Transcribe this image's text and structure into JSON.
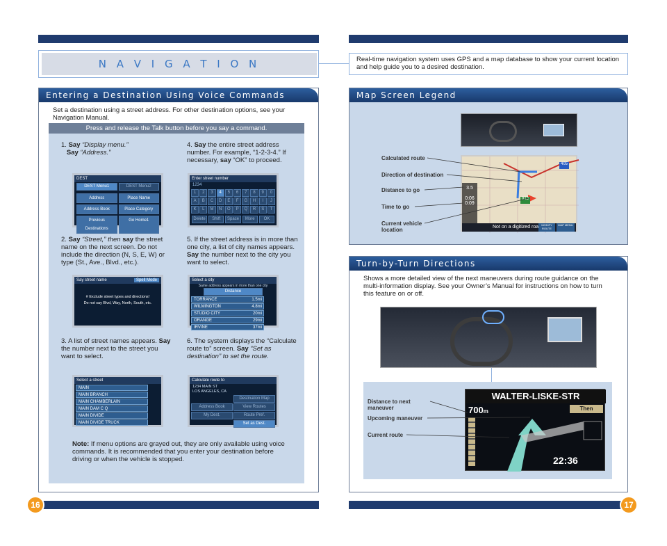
{
  "header": {
    "nav_title": "N A V I G A T I O N",
    "intro": "Real-time navigation system uses GPS and a map database to show your current location and help guide you to a desired destination."
  },
  "voice": {
    "title": "Entering a Destination Using Voice Commands",
    "intro": "Set a destination using a street address. For other destination options, see your Navigation Manual.",
    "banner": "Press and release the Talk button before you say a command.",
    "steps": [
      {
        "num": "1.",
        "say": "Say",
        "text": "“Display menu.”",
        "say2": "Say",
        "text2": "“Address.”"
      },
      {
        "num": "2.",
        "say": "Say",
        "text": "“Street,” then",
        "say2": "say",
        "text2": "the street name on the next screen. Do not include the direction (N, S, E, W) or type (St., Ave., Blvd., etc.)."
      },
      {
        "num": "3.",
        "text": "A list of street names appears.",
        "say": "Say",
        "text2": "the number next to the street you want to select."
      },
      {
        "num": "4.",
        "say": "Say",
        "text": "the entire street address number. For example, “1-2-3-4.” If necessary,",
        "say2": "say",
        "text2": "“OK” to proceed."
      },
      {
        "num": "5.",
        "text": "If the street address is in more than one city, a list of city names appears.",
        "say": "Say",
        "text2": "the number next to the city you want to select."
      },
      {
        "num": "6.",
        "text": "The system displays the “Calculate route to” screen.",
        "say": "Say",
        "text2": "“Set as destination” to set the route."
      }
    ],
    "note_label": "Note:",
    "note": "If menu options are grayed out, they are only available using voice commands. It is recommended that you enter your destination before driving or when the vehicle is stopped."
  },
  "screens": {
    "dest": {
      "title": "DEST",
      "tabs": [
        "DEST Menu1",
        "DEST Menu2"
      ],
      "items": [
        "Address",
        "Place Name",
        "Address Book",
        "Place Category",
        "Previous Destinations",
        "Go Home1"
      ]
    },
    "street_num": {
      "title": "Enter street number",
      "value": "1234",
      "keys": [
        "1",
        "2",
        "3",
        "4",
        "5",
        "6",
        "7",
        "8",
        "9",
        "0",
        "A",
        "B",
        "C",
        "D",
        "E",
        "F",
        "G",
        "H",
        "I",
        "J",
        "K",
        "L",
        "M",
        "N",
        "O",
        "P",
        "Q",
        "R",
        "S",
        "T"
      ],
      "actions": [
        "Delete",
        "Shift",
        "Space",
        "More",
        "OK"
      ]
    },
    "street_name": {
      "title": "Say street name",
      "button": "Spell Mode",
      "line1": "# Exclude street types and directions!",
      "line2": "Do not say Blvd, Way, North, South, etc."
    },
    "city": {
      "title": "Select a city",
      "subtitle": "Same address appears in more than one city",
      "tab": "Distance",
      "cities": [
        "TORRANCE",
        "WILMINGTON",
        "STUDIO CITY",
        "ORANGE",
        "IRVINE"
      ],
      "dists": [
        "1.5mi",
        "4.8mi",
        "20mi",
        "29mi",
        "37mi"
      ]
    },
    "select_street": {
      "title": "Select a street",
      "streets": [
        "MAIN",
        "MAIN BRANCH",
        "MAIN CHAMBERLAIN",
        "MAIN DAM C Q",
        "MAIN DIVIDE",
        "MAIN DIVIDE TRUCK"
      ]
    },
    "calc": {
      "title": "Calculate route to",
      "addr1": "1234 MAIN ST",
      "addr2": "LOS ANGELES, CA",
      "buttons": [
        "Destination Map",
        "Address Book",
        "View Routes",
        "My Dest.",
        "Route Pref.",
        "Set as Dest."
      ]
    }
  },
  "legend": {
    "title": "Map Screen Legend",
    "labels": [
      "Calculated route",
      "Direction of destination",
      "Distance to go",
      "Time to go",
      "Current vehicle location"
    ],
    "map_text": {
      "bottom": "Not on a digitized road",
      "btn1": "MODIFY ROUTE",
      "btn2": "MAP MENU",
      "dist": "3.5",
      "time": "0:06",
      "clock": "0:09",
      "road": "813",
      "route": "405"
    }
  },
  "turn": {
    "title": "Turn-by-Turn Directions",
    "intro": "Shows a more detailed view of the next maneuvers during route guidance on the multi-information display. See your Owner’s Manual for instructions on how to turn this feature on or off.",
    "labels": [
      "Distance to next maneuver",
      "Upcoming maneuver",
      "Current route"
    ],
    "mid": {
      "street": "WALTER-LISKE-STR",
      "distance": "700",
      "unit": "m",
      "then": "Then",
      "clock": "22:36"
    }
  },
  "pages": {
    "left": "16",
    "right": "17"
  }
}
